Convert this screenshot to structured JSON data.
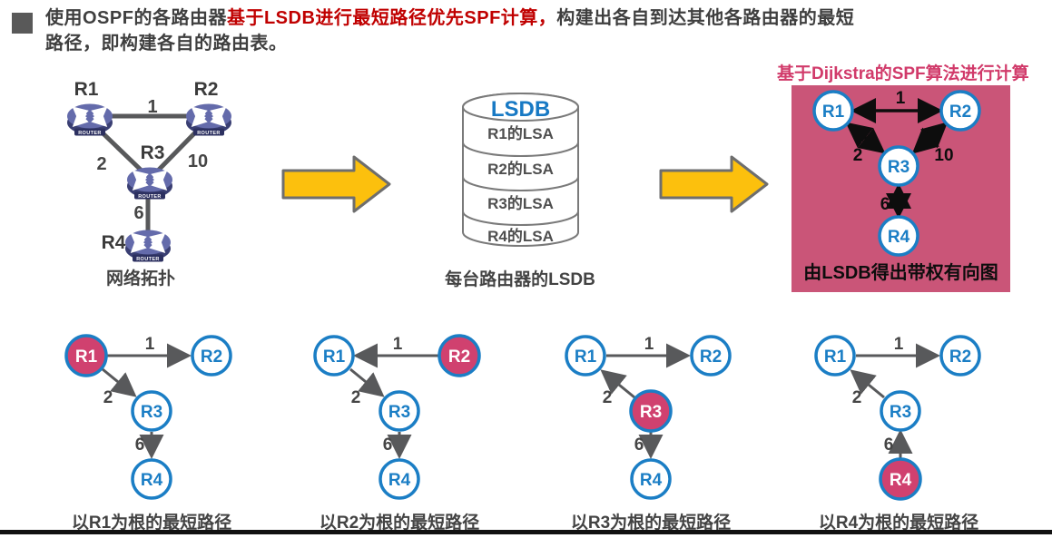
{
  "slide": {
    "title": {
      "part1": "使用OSPF的各路由器",
      "highlight": "基于LSDB进行最短路径优先SPF计算，",
      "part2": "构建出各自到达其他各路由器的最短",
      "line2": "路径，即构建各自的路由表。"
    }
  },
  "topology": {
    "caption": "网络拓扑",
    "router_label": "ROUTER",
    "r1": "R1",
    "r2": "R2",
    "r3": "R3",
    "r4": "R4",
    "w12": "1",
    "w13": "2",
    "w23": "10",
    "w34": "6"
  },
  "lsdb": {
    "title": "LSDB",
    "rows": [
      "R1的LSA",
      "R2的LSA",
      "R3的LSA",
      "R4的LSA"
    ],
    "caption": "每台路由器的LSDB"
  },
  "spf": {
    "header": "基于Dijkstra的SPF算法进行计算",
    "caption": "由LSDB得出带权有向图",
    "r1": "R1",
    "r2": "R2",
    "r3": "R3",
    "r4": "R4",
    "w12": "1",
    "w13": "2",
    "w23": "10",
    "w34": "6"
  },
  "trees": [
    {
      "root": "R1",
      "caption": "以R1为根的最短路径",
      "r1": "R1",
      "r2": "R2",
      "r3": "R3",
      "r4": "R4",
      "w12": "1",
      "w13": "2",
      "w34": "6"
    },
    {
      "root": "R2",
      "caption": "以R2为根的最短路径",
      "r1": "R1",
      "r2": "R2",
      "r3": "R3",
      "r4": "R4",
      "w12": "1",
      "w13": "2",
      "w34": "6"
    },
    {
      "root": "R3",
      "caption": "以R3为根的最短路径",
      "r1": "R1",
      "r2": "R2",
      "r3": "R3",
      "r4": "R4",
      "w12": "1",
      "w13": "2",
      "w34": "6"
    },
    {
      "root": "R4",
      "caption": "以R4为根的最短路径",
      "r1": "R1",
      "r2": "R2",
      "r3": "R3",
      "r4": "R4",
      "w12": "1",
      "w13": "2",
      "w34": "6"
    }
  ],
  "colors": {
    "highlight_red": "#c00000",
    "panel_pink": "#ca5578",
    "panel_header_red": "#d13a6a",
    "node_border_blue": "#1b7ec5",
    "root_node_pink": "#d0416f",
    "flow_arrow_yellow": "#fcc00d",
    "edge_gray": "#58595b",
    "router_body_purple": "#646bab",
    "lsdb_title_blue": "#1779c4"
  }
}
